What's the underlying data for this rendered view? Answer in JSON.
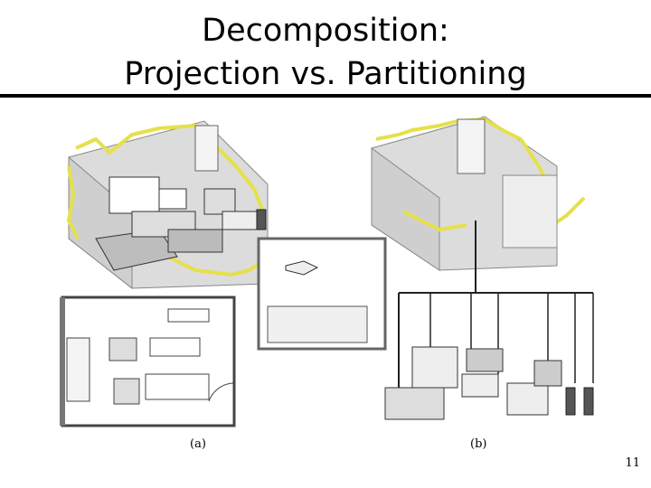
{
  "slide": {
    "title_line1": "Decomposition:",
    "title_line2": "Projection vs. Partitioning",
    "caption_a": "(a)",
    "caption_b": "(b)",
    "page_number": "11"
  },
  "colors": {
    "wall_accent": "#e6e04a",
    "floor": "#dddddd",
    "outline": "#222222"
  }
}
